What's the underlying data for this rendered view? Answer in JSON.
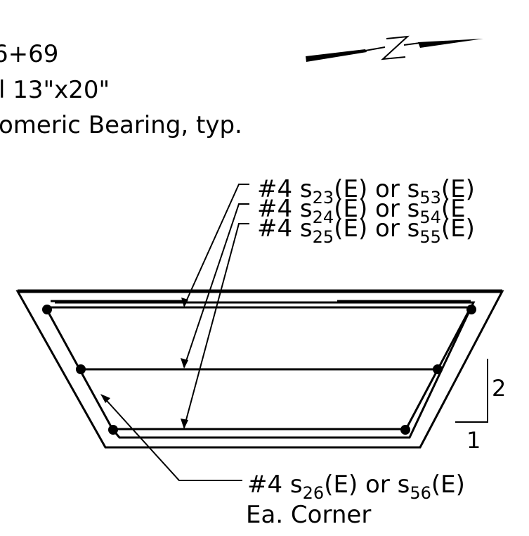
{
  "notes": {
    "line1": "6+69",
    "line2": "l 13\"x20\"",
    "line3": "omeric Bearing, typ."
  },
  "north_arrow": {
    "label": "N"
  },
  "callouts": [
    {
      "prefix": "#4 s",
      "sub1": "23",
      "mid": "(E) or s",
      "sub2": "53",
      "suffix": "(E)"
    },
    {
      "prefix": "#4 s",
      "sub1": "24",
      "mid": "(E) or s",
      "sub2": "54",
      "suffix": "(E"
    },
    {
      "prefix": "#4 s",
      "sub1": "25",
      "mid": "(E) or s",
      "sub2": "55",
      "suffix": "(E)"
    }
  ],
  "corner_callout": {
    "prefix": "#4 s",
    "sub1": "26",
    "mid": "(E) or s",
    "sub2": "56",
    "suffix": "(E)",
    "line2": "Ea. Corner"
  },
  "slope": {
    "rise": "2",
    "run": "1"
  },
  "colors": {
    "ink": "#000000",
    "background": "#ffffff"
  }
}
